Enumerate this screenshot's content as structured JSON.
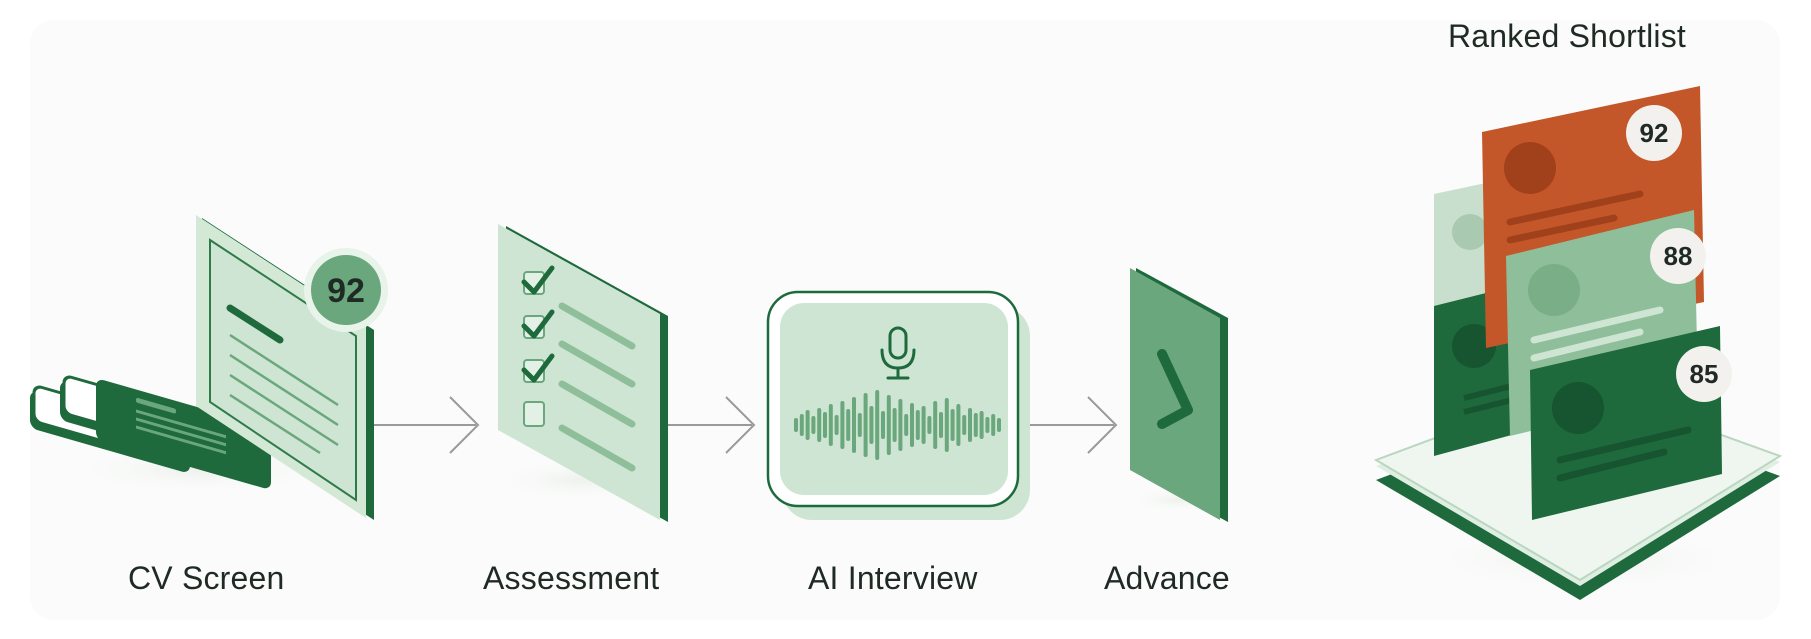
{
  "steps": [
    {
      "label": "CV Screen",
      "icon": "cv-stack-icon",
      "score": "92"
    },
    {
      "label": "Assessment",
      "icon": "checklist-icon"
    },
    {
      "label": "AI Interview",
      "icon": "microphone-waveform-icon"
    },
    {
      "label": "Advance",
      "icon": "chevron-right-icon"
    }
  ],
  "shortlist": {
    "title": "Ranked Shortlist",
    "cards": [
      {
        "score": "92",
        "color": "#c4572a"
      },
      {
        "score": "88",
        "color": "#8fbf9a"
      },
      {
        "score": "85",
        "color": "#1e6a3c"
      }
    ]
  },
  "colors": {
    "dark_green": "#1e6a3c",
    "mid_green": "#6aa77d",
    "light_green": "#cfe5d3",
    "orange": "#c4572a",
    "arrow_gray": "#9a9a9a"
  }
}
